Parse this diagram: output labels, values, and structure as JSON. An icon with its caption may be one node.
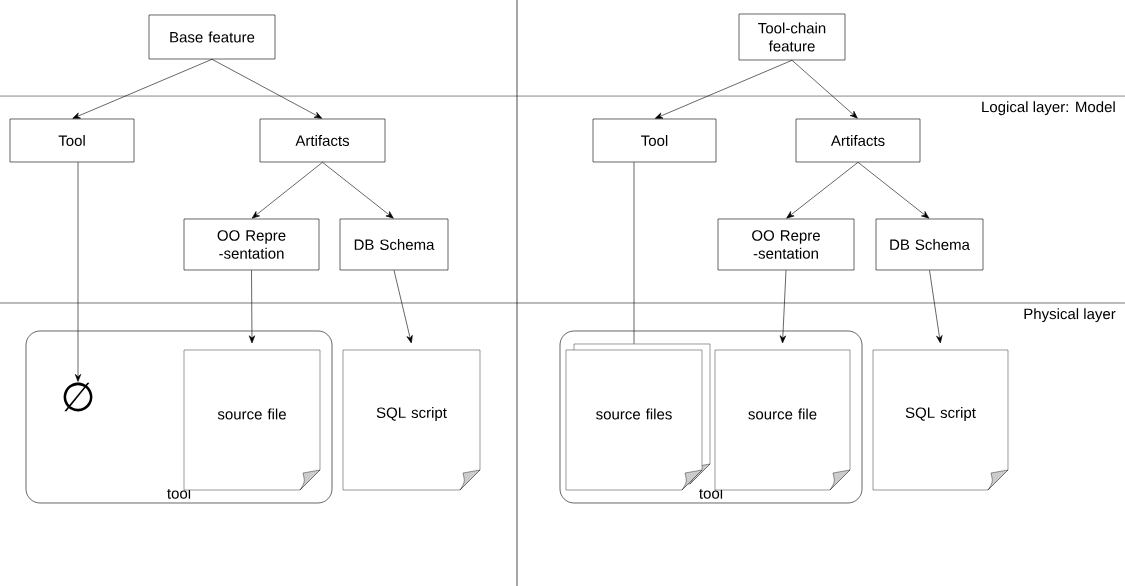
{
  "diagram": {
    "nodes": [
      {
        "text": [
          "Base feature"
        ]
      },
      {
        "text": [
          "Tool"
        ]
      },
      {
        "text": [
          "Artifacts"
        ]
      },
      {
        "text": [
          "OO Repre -sentation"
        ]
      },
      {
        "text": [
          "DB Schema"
        ]
      },
      {
        "text": [
          "tool"
        ]
      },
      {
        "text": [
          "∅"
        ],
        "in": 5
      },
      {
        "text": [
          "source file"
        ],
        "in": 5
      },
      {
        "text": [
          "SQL script"
        ]
      },
      {
        "text": [
          "Tool-chain feature"
        ]
      },
      {
        "text": [
          "Tool"
        ]
      },
      {
        "text": [
          "Artifacts"
        ]
      },
      {
        "text": [
          "OO Repre -sentation"
        ]
      },
      {
        "text": [
          "DB Schema"
        ]
      },
      {
        "text": [
          "tool"
        ]
      },
      {
        "text": [
          "source files"
        ],
        "in": 14
      },
      {
        "text": [
          "source file"
        ],
        "in": 14
      },
      {
        "text": [
          "SQL script"
        ]
      }
    ],
    "edges": [
      {
        "from": 0,
        "to": 1,
        "arrow": "to"
      },
      {
        "from": 0,
        "to": 2,
        "arrow": "to"
      },
      {
        "from": 2,
        "to": 3,
        "arrow": "to"
      },
      {
        "from": 2,
        "to": 4,
        "arrow": "to"
      },
      {
        "from": 1,
        "to": 6,
        "arrow": "to"
      },
      {
        "from": 3,
        "to": 7,
        "arrow": "to"
      },
      {
        "from": 4,
        "to": 8,
        "arrow": "to"
      },
      {
        "from": 9,
        "to": 10,
        "arrow": "to"
      },
      {
        "from": 9,
        "to": 11,
        "arrow": "to"
      },
      {
        "from": 11,
        "to": 12,
        "arrow": "to"
      },
      {
        "from": 11,
        "to": 13,
        "arrow": "to"
      },
      {
        "from": 10,
        "to": 15,
        "arrow": "none"
      },
      {
        "from": 12,
        "to": 16,
        "arrow": "to"
      },
      {
        "from": 13,
        "to": 17,
        "arrow": "to"
      }
    ],
    "labels": [
      "Logical layer: Model",
      "Physical layer"
    ]
  }
}
